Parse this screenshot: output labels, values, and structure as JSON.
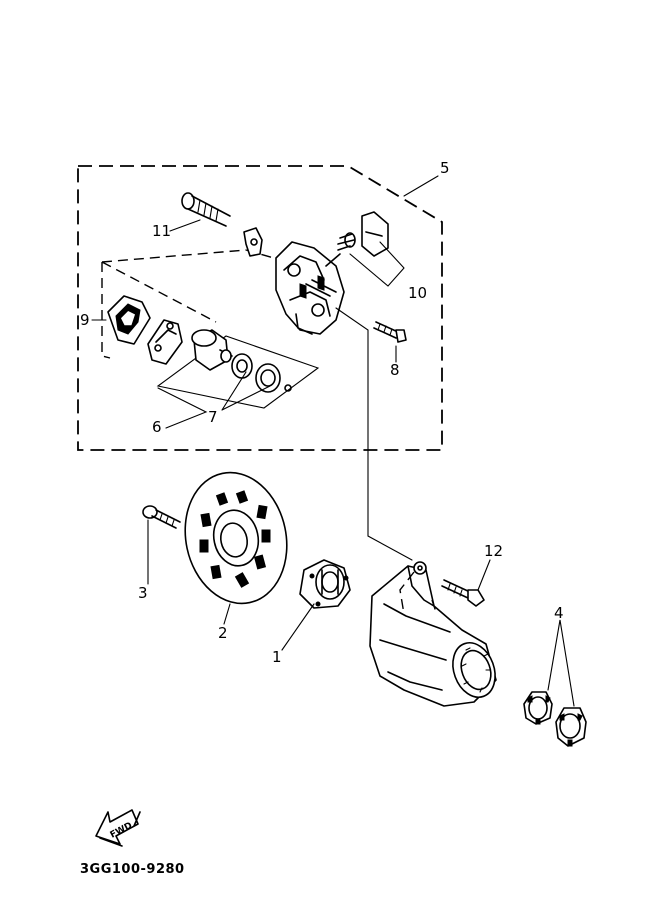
{
  "diagram": {
    "callouts": {
      "c1": "1",
      "c2": "2",
      "c3": "3",
      "c4": "4",
      "c5": "5",
      "c6": "6",
      "c7": "7",
      "c8": "8",
      "c9": "9",
      "c10": "10",
      "c11": "11",
      "c12": "12"
    },
    "fwd_label": "FWD",
    "drawing_code": "3GG100-9280"
  },
  "icons": {
    "fwd_arrow": "fwd-arrow-icon"
  }
}
